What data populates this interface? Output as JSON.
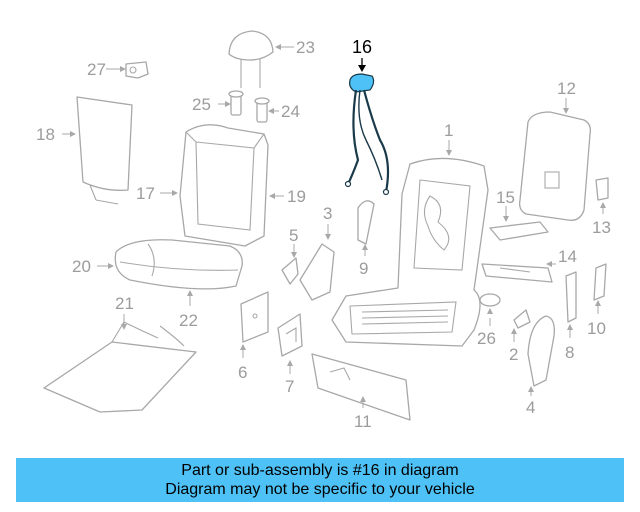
{
  "callouts": {
    "c1": "1",
    "c2": "2",
    "c3": "3",
    "c4": "4",
    "c5": "5",
    "c6": "6",
    "c7": "7",
    "c8": "8",
    "c9": "9",
    "c10": "10",
    "c11": "11",
    "c12": "12",
    "c13": "13",
    "c14": "14",
    "c15": "15",
    "c16": "16",
    "c17": "17",
    "c18": "18",
    "c19": "19",
    "c20": "20",
    "c21": "21",
    "c22": "22",
    "c23": "23",
    "c24": "24",
    "c25": "25",
    "c26": "26",
    "c27": "27"
  },
  "highlight": {
    "part": "16",
    "color": "#4ec1f6"
  },
  "colors": {
    "banner": "#4ec1f6",
    "line_art": "#a8a8a8",
    "callout_text": "#9c9c9c"
  },
  "banner": {
    "line1": "Part or sub-assembly is #16 in diagram",
    "line2": "Diagram may not be specific to your vehicle"
  }
}
